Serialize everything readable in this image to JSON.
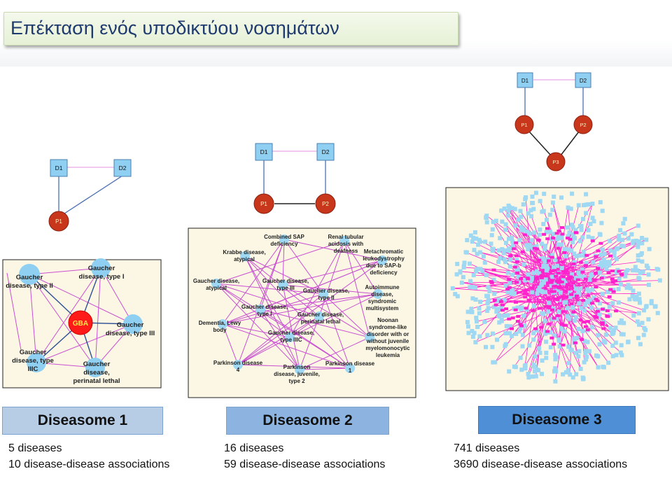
{
  "title": "Επέκταση ενός υποδικτύου νοσημάτων",
  "colors": {
    "disease_box": "#8fd0f2",
    "protein_node": "#c8361c",
    "edge_pink": "#d55bd5",
    "dense_blue": "#9fd8f3",
    "dense_pink": "#ff22cc"
  },
  "schemes": [
    {
      "nodes": {
        "d1": "D1",
        "d2": "D2",
        "p1": "P1"
      }
    },
    {
      "nodes": {
        "d1": "D1",
        "d2": "D2",
        "p1": "P1",
        "p2": "P2"
      }
    },
    {
      "nodes": {
        "d1": "D1",
        "d2": "D2",
        "p1": "P1",
        "p2": "P2",
        "p3": "P3"
      }
    }
  ],
  "diseasomes": [
    {
      "label": "Diseasome 1",
      "diseases": "5 diseases",
      "associations": "10  disease-disease associations"
    },
    {
      "label": "Diseasome 2",
      "diseases": "16 diseases",
      "associations": "59  disease-disease associations"
    },
    {
      "label": "Diseasome 3",
      "diseases": "741 diseases",
      "associations": "3690  disease-disease associations"
    }
  ],
  "network1": {
    "center": "GBA",
    "nodes": [
      "Gaucher disease, type II",
      "Gaucher disease, type I",
      "Gaucher disease, type III",
      "Gaucher disease, perinatal lethal",
      "Gaucher disease, type IIIC"
    ]
  },
  "network2": {
    "nodes": [
      "Combined SAP deficiency",
      "Renal tubular acidosis with deafness",
      "Krabbe disease, atypical",
      "Metachromatic leukodystrophy due to SAP-b deficiency",
      "Gaucher disease, atypical",
      "Gaucher disease, type III",
      "Gaucher disease, type II",
      "Autoimmune disease, syndromic multisystem",
      "Gaucher disease, type I",
      "Gaucher disease, perinatal lethal",
      "Dementia, Lewy body",
      "Noonan syndrome-like disorder with or without juvenile myelomonocytic leukemia",
      "Gaucher disease, type IIIC",
      "Parkinson disease 4",
      "Parkinson disease, juvenile, type 2",
      "Parkinson disease 1"
    ]
  }
}
